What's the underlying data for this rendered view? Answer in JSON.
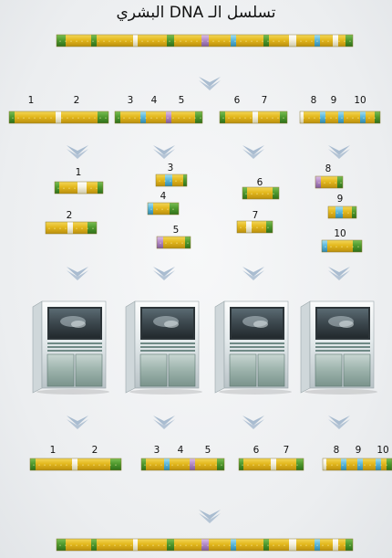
{
  "title": "تسلسل الـ DNA البشري",
  "colors": {
    "bar_yellow": "#e3b81c",
    "bar_green": "#4f9a2e",
    "band_blue": "#5cb8dc",
    "band_purple": "#b48ac8",
    "band_white": "#f3f0e0",
    "arrow": "#a9bcd0",
    "computer_body": "#e4eaec",
    "computer_screen": "#3e4a50"
  },
  "stage2_groups": [
    {
      "labels": [
        "1",
        "2"
      ]
    },
    {
      "labels": [
        "3",
        "4",
        "5"
      ]
    },
    {
      "labels": [
        "6",
        "7"
      ]
    },
    {
      "labels": [
        "8",
        "9",
        "10"
      ]
    }
  ],
  "stage3_fragments": [
    "1",
    "2",
    "3",
    "4",
    "5",
    "6",
    "7",
    "8",
    "9",
    "10"
  ],
  "stage5_groups": [
    {
      "labels": [
        "1",
        "2"
      ]
    },
    {
      "labels": [
        "3",
        "4",
        "5"
      ]
    },
    {
      "labels": [
        "6",
        "7"
      ]
    },
    {
      "labels": [
        "8",
        "9",
        "10"
      ]
    }
  ],
  "computers": [
    "computer-1",
    "computer-2",
    "computer-3",
    "computer-4"
  ]
}
